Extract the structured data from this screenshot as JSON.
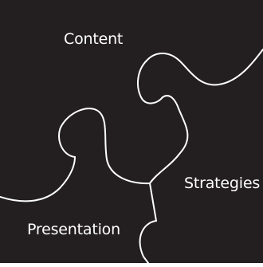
{
  "diagram": {
    "regions": [
      {
        "id": "content",
        "label": "Content"
      },
      {
        "id": "strategies",
        "label": "Strategies"
      },
      {
        "id": "presentation",
        "label": "Presentation"
      }
    ]
  },
  "colors": {
    "background": "#231f20",
    "divider_lines": "#ffffff",
    "text": "#ffffff",
    "frame": "#ffffff"
  }
}
